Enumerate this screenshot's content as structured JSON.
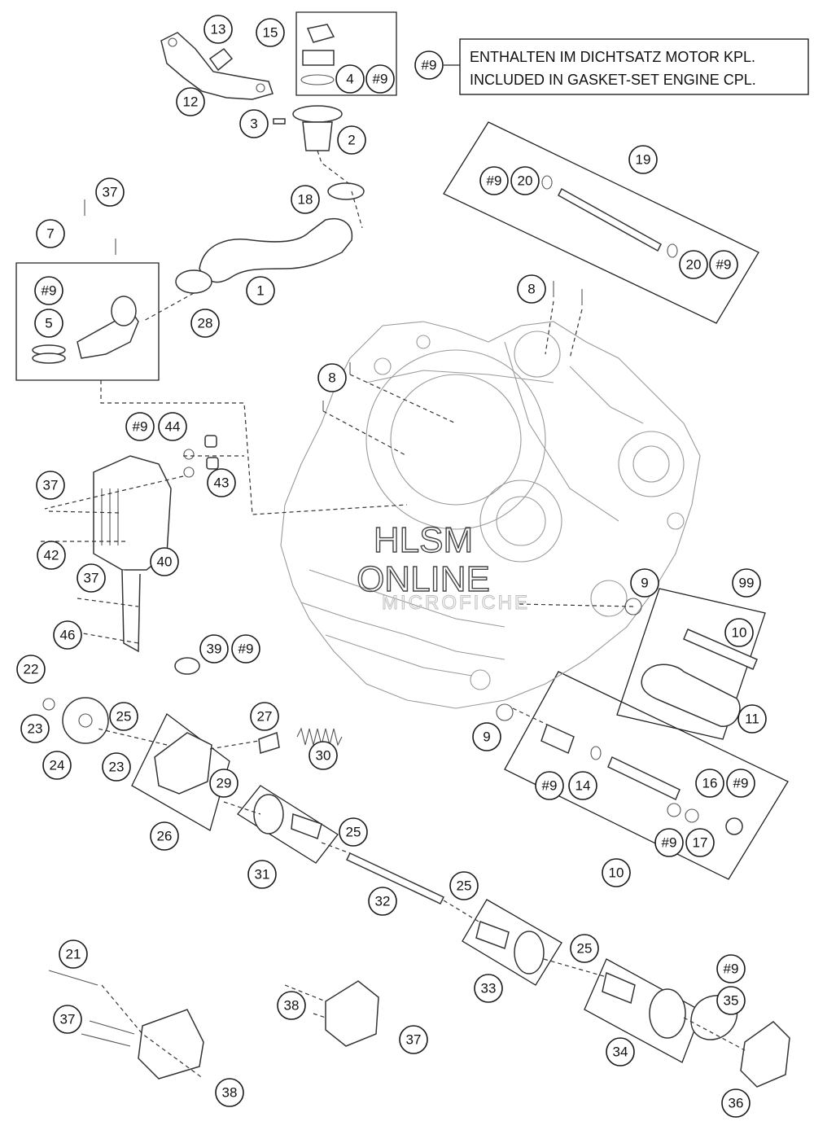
{
  "note": {
    "ref": "#9",
    "line1": "ENTHALTEN IM DICHTSATZ MOTOR KPL.",
    "line2": "INCLUDED IN GASKET-SET ENGINE CPL."
  },
  "watermark": {
    "line1": "HLSM",
    "line2": "ONLINE",
    "line3": "MICROFICHE"
  },
  "callouts": {
    "c13": "13",
    "c15": "15",
    "c12": "12",
    "c4": "4",
    "c9_a": "#9",
    "c3": "3",
    "c2": "2",
    "c18": "18",
    "c37_a": "37",
    "c7": "7",
    "c9_b": "#9",
    "c5": "5",
    "c1": "1",
    "c28": "28",
    "c19": "19",
    "c9_c": "#9",
    "c20_a": "20",
    "c20_b": "20",
    "c9_d": "#9",
    "c8_a": "8",
    "c8_b": "8",
    "c9_e": "#9",
    "c44": "44",
    "c37_b": "37",
    "c43": "43",
    "c42": "42",
    "c40": "40",
    "c37_c": "37",
    "c46": "46",
    "c39": "39",
    "c9_f": "#9",
    "c9_g": "9",
    "c99": "99",
    "c10_a": "10",
    "c11": "11",
    "c9_h": "9",
    "c22": "22",
    "c23_a": "23",
    "c24": "24",
    "c25_a": "25",
    "c23_b": "23",
    "c27": "27",
    "c30": "30",
    "c29": "29",
    "c26": "26",
    "c9_i": "#9",
    "c14": "14",
    "c16": "16",
    "c9_j": "#9",
    "c9_k": "#9",
    "c17": "17",
    "c10_b": "10",
    "c25_b": "25",
    "c31": "31",
    "c32": "32",
    "c25_c": "25",
    "c33": "33",
    "c25_d": "25",
    "c34": "34",
    "c9_l": "#9",
    "c35": "35",
    "c36": "36",
    "c21": "21",
    "c37_d": "37",
    "c38_a": "38",
    "c38_b": "38",
    "c37_e": "37"
  }
}
